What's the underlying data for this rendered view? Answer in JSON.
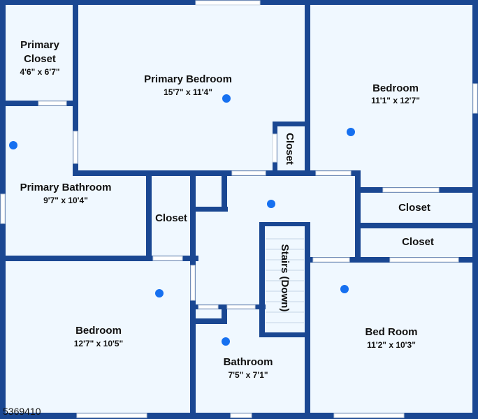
{
  "rooms": {
    "primary_closet": {
      "name_line1": "Primary",
      "name_line2": "Closet",
      "dims": "4'6\" x 6'7\""
    },
    "primary_bedroom": {
      "name": "Primary Bedroom",
      "dims": "15'7\" x 11'4\""
    },
    "bedroom_ne": {
      "name": "Bedroom",
      "dims": "11'1\" x 12'7\""
    },
    "closet_primary_bed": {
      "name": "Closet"
    },
    "primary_bathroom": {
      "name": "Primary Bathroom",
      "dims": "9'7\" x 10'4\""
    },
    "closet_center": {
      "name": "Closet"
    },
    "closet_east_1": {
      "name": "Closet"
    },
    "closet_east_2": {
      "name": "Closet"
    },
    "stairs": {
      "name": "Stairs (Down)"
    },
    "bedroom_sw": {
      "name": "Bedroom",
      "dims": "12'7\" x 10'5\""
    },
    "bathroom": {
      "name": "Bathroom",
      "dims": "7'5\" x 7'1\""
    },
    "bed_room_se": {
      "name": "Bed Room",
      "dims": "11'2\" x 10'3\""
    }
  },
  "listing_id": "5369410",
  "colors": {
    "wall": "#1a4792",
    "floor": "#f0f8ff",
    "marker": "#1670f0"
  }
}
